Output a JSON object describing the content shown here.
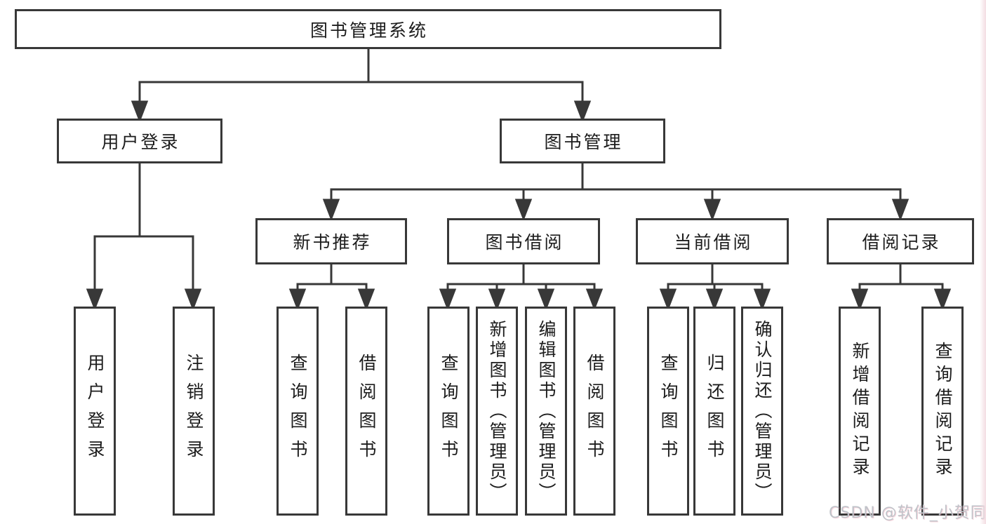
{
  "tree": {
    "root": "图书管理系统",
    "children": [
      {
        "label": "用户登录",
        "children": [
          "用户登录",
          "注销登录"
        ]
      },
      {
        "label": "图书管理",
        "children": [
          {
            "label": "新书推荐",
            "children": [
              "查询图书",
              "借阅图书"
            ]
          },
          {
            "label": "图书借阅",
            "children": [
              "查询图书",
              "新增图书（管理员）",
              "编辑图书（管理员）",
              "借阅图书"
            ]
          },
          {
            "label": "当前借阅",
            "children": [
              "查询图书",
              "归还图书",
              "确认归还（管理员）"
            ]
          },
          {
            "label": "借阅记录",
            "children": [
              "新增借阅记录",
              "查询借阅记录"
            ]
          }
        ]
      }
    ]
  },
  "watermark": {
    "text": "CSDN @软件_小贺同学"
  },
  "colors": {
    "background": "#ffffff",
    "line": "#383838",
    "node_border": "#383838",
    "node_text": "#1c1c1c",
    "watermark_text": "#bfc3c9",
    "right_edge_strip": "#f3dde2"
  }
}
